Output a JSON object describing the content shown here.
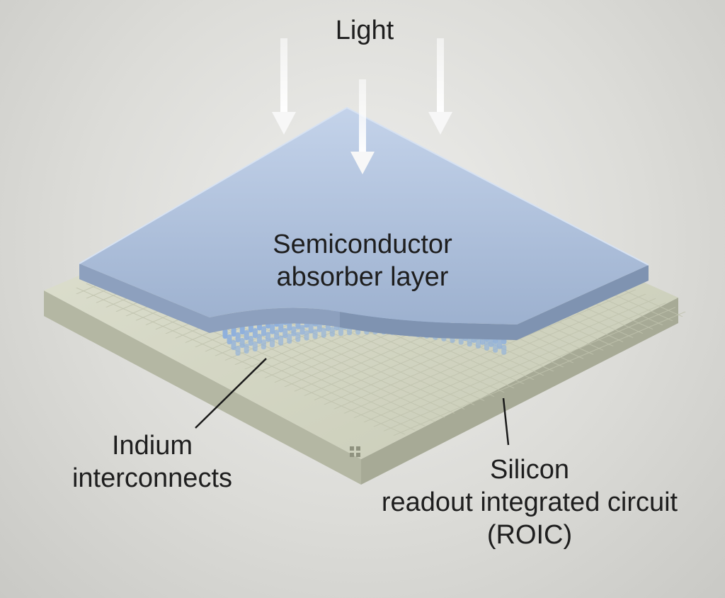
{
  "labels": {
    "light": "Light",
    "absorber": [
      "Semiconductor",
      "absorber layer"
    ],
    "indium": [
      "Indium",
      "interconnects"
    ],
    "roic": [
      "Silicon",
      "readout integrated circuit",
      "(ROIC)"
    ]
  },
  "colors": {
    "absorber_top": "#a9bcd8",
    "absorber_side": "#8ea2bf",
    "substrate_top": "#d2d5c2",
    "substrate_side": "#b6b9a6",
    "interconnect": "#8fb0dc",
    "arrow": "#f7f7f7"
  }
}
